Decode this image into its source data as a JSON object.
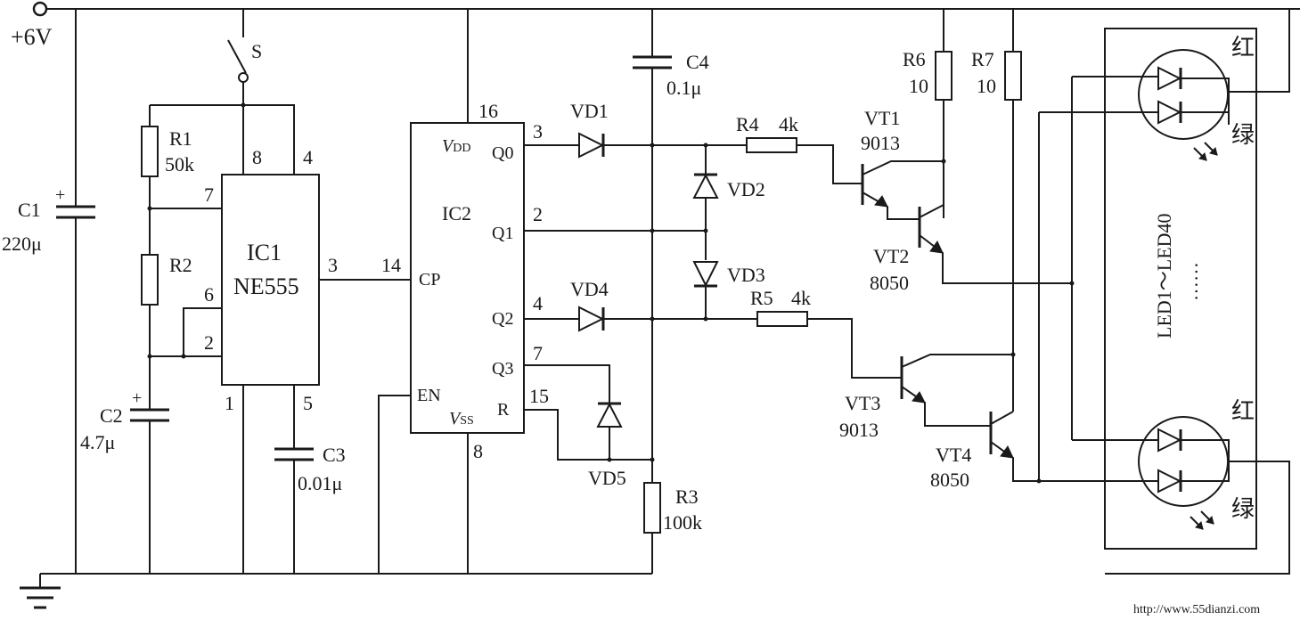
{
  "supply": "+6V",
  "components": {
    "c1": {
      "name": "C1",
      "value": "220μ"
    },
    "c2": {
      "name": "C2",
      "value": "4.7μ"
    },
    "c3": {
      "name": "C3",
      "value": "0.01μ"
    },
    "c4": {
      "name": "C4",
      "value": "0.1μ"
    },
    "r1": {
      "name": "R1",
      "value": "50k"
    },
    "r2": {
      "name": "R2"
    },
    "r3": {
      "name": "R3",
      "value": "100k"
    },
    "r4": {
      "name": "R4",
      "value": "4k"
    },
    "r5": {
      "name": "R5",
      "value": "4k"
    },
    "r6": {
      "name": "R6",
      "value": "10"
    },
    "r7": {
      "name": "R7",
      "value": "10"
    },
    "switch": "S",
    "ic1": {
      "name": "IC1",
      "part": "NE555",
      "pins": [
        "8",
        "4",
        "7",
        "6",
        "2",
        "1",
        "5",
        "3"
      ]
    },
    "ic2": {
      "name": "IC2",
      "pin_vdd": "16",
      "pin_cp": "14",
      "pin_vss": "8",
      "labels": {
        "vdd_v": "V",
        "vdd_sub": "DD",
        "q0": "Q0",
        "q1": "Q1",
        "q2": "Q2",
        "q3": "Q3",
        "cp": "CP",
        "en": "EN",
        "r": "R",
        "vss_v": "V",
        "vss_sub": "SS"
      },
      "pins": [
        "3",
        "2",
        "4",
        "7",
        "15"
      ]
    },
    "vd1": "VD1",
    "vd2": "VD2",
    "vd3": "VD3",
    "vd4": "VD4",
    "vd5": "VD5",
    "vt1": {
      "name": "VT1",
      "part": "9013"
    },
    "vt2": {
      "name": "VT2",
      "part": "8050"
    },
    "vt3": {
      "name": "VT3",
      "part": "9013"
    },
    "vt4": {
      "name": "VT4",
      "part": "8050"
    },
    "led_range": "LED1～LED40",
    "led_dots": "……",
    "red": "红",
    "green": "绿"
  },
  "watermark": "http://www.55dianzi.com"
}
